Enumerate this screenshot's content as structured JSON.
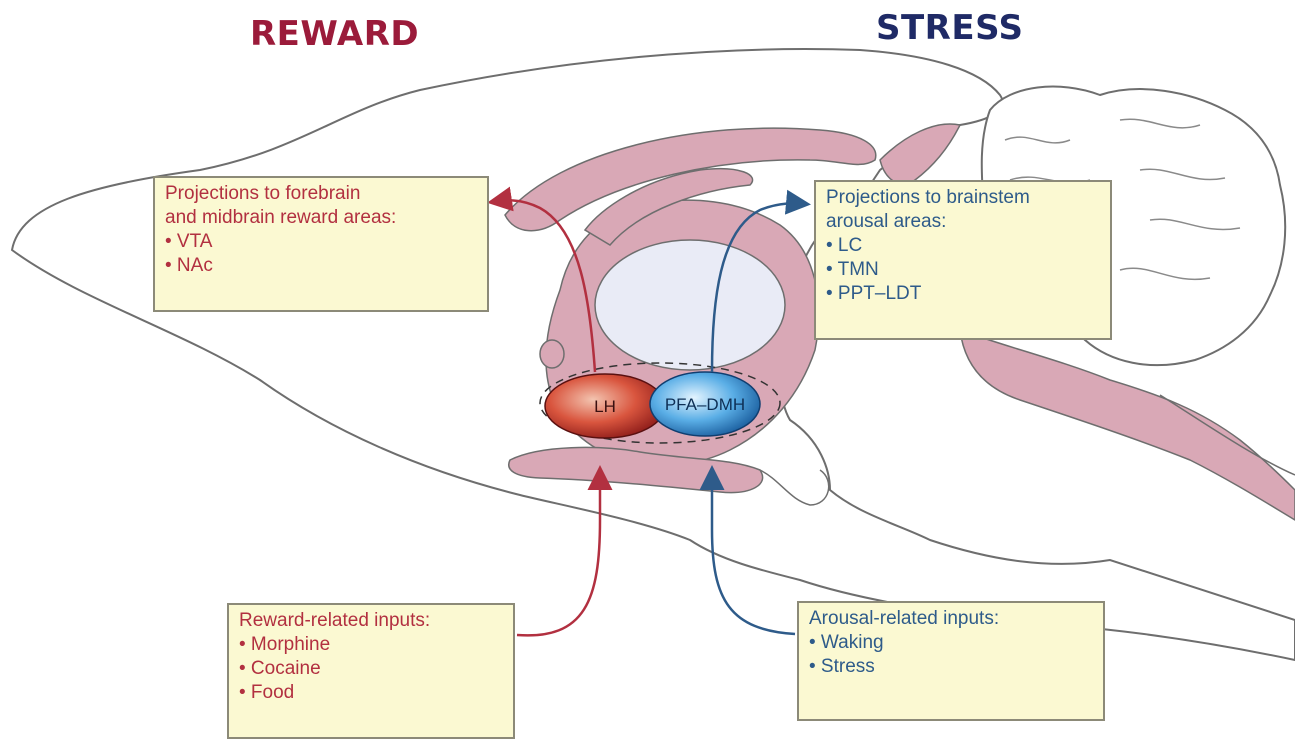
{
  "headings": {
    "reward": "REWARD",
    "stress": "STRESS"
  },
  "nuclei": {
    "left": "LH",
    "right": "PFA–DMH"
  },
  "boxes": {
    "forebrain": {
      "lines": [
        "Projections to forebrain",
        "and midbrain reward areas:",
        "• VTA",
        "• NAc"
      ]
    },
    "brainstem": {
      "lines": [
        "Projections to brainstem",
        "arousal areas:",
        "• LC",
        "• TMN",
        "• PPT–LDT"
      ]
    },
    "reward_inputs": {
      "lines": [
        "Reward-related inputs:",
        "• Morphine",
        "• Cocaine",
        "• Food"
      ]
    },
    "arousal_inputs": {
      "lines": [
        "Arousal-related inputs:",
        "• Waking",
        "• Stress"
      ]
    }
  },
  "colors": {
    "reward": "#b23040",
    "stress": "#2e5b8a",
    "reward_heading": "#9b1b3a",
    "stress_heading": "#1f2a66",
    "brain_fill": "#d9a8b6",
    "box_fill": "#fbf9d2"
  }
}
